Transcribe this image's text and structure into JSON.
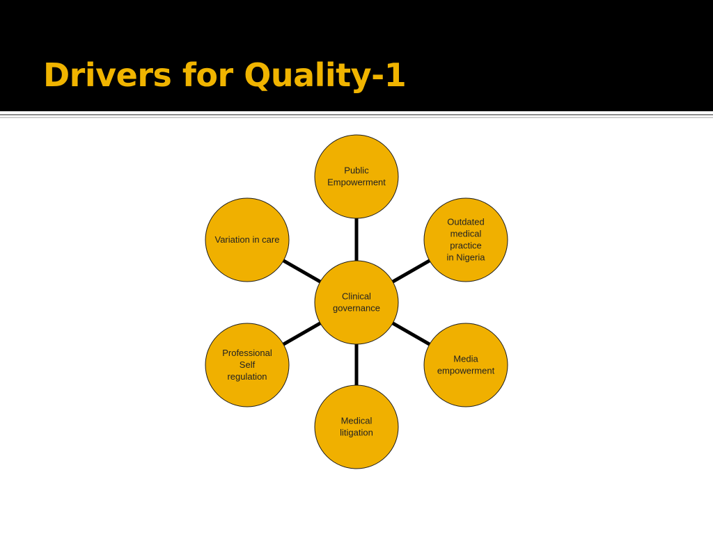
{
  "slide": {
    "title": "Drivers for Quality-1"
  },
  "diagram": {
    "center": {
      "id": "clinical-governance",
      "lines": [
        "Clinical",
        "governance"
      ]
    },
    "nodes": [
      {
        "id": "public-empowerment",
        "lines": [
          "Public",
          "Empowerment"
        ]
      },
      {
        "id": "outdated-medical-practice",
        "lines": [
          "Outdated",
          "medical",
          "practice",
          "in Nigeria"
        ]
      },
      {
        "id": "media-empowerment",
        "lines": [
          "Media",
          "empowerment"
        ]
      },
      {
        "id": "medical-litigation",
        "lines": [
          "Medical",
          "litigation"
        ]
      },
      {
        "id": "professional-self-regulation",
        "lines": [
          "Professional",
          "Self",
          "regulation"
        ]
      },
      {
        "id": "variation-in-care",
        "lines": [
          "Variation in care"
        ]
      }
    ]
  },
  "colors": {
    "title_background": "#000000",
    "title_text": "#f0b400",
    "node_fill": "#f0b000",
    "connector": "#000000"
  }
}
